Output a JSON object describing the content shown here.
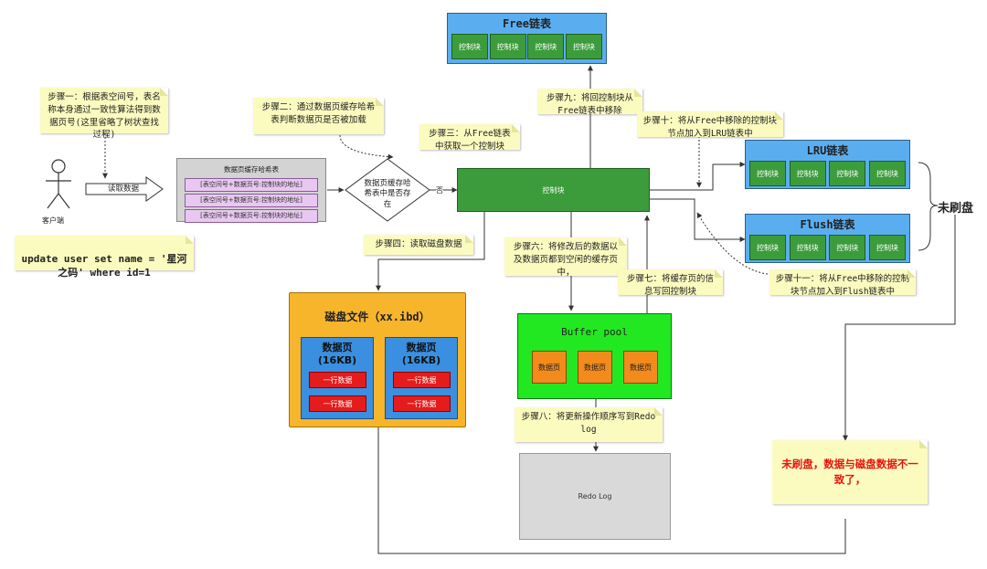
{
  "free_list": {
    "title": "Free链表",
    "cells": [
      "控制块",
      "控制块",
      "控制块",
      "控制块"
    ]
  },
  "lru_list": {
    "title": "LRU链表",
    "cells": [
      "控制块",
      "控制块",
      "控制块",
      "控制块"
    ]
  },
  "flush_list": {
    "title": "Flush链表",
    "cells": [
      "控制块",
      "控制块",
      "控制块",
      "控制块"
    ]
  },
  "unflushed_label": "未刷盘",
  "client": {
    "label": "客户端",
    "action": "读取数据"
  },
  "sql": "update user set name = '星河\n之码' where id=1",
  "hash_table": {
    "title": "数据页缓存哈希表",
    "rows": [
      "[表空间号+数据页号:控制块的地址]",
      "[表空间号+数据页号:控制块的地址]",
      "[表空间号+数据页号:控制块的地址]"
    ]
  },
  "decision": {
    "text": "数据页缓存哈希表中是否存在",
    "no_label": "否"
  },
  "control_block": "控制块",
  "disk_file": {
    "title": "磁盘文件（xx.ibd）",
    "pages": [
      {
        "title": "数据页\n(16KB)",
        "rows": [
          "一行数据",
          "一行数据"
        ]
      },
      {
        "title": "数据页\n(16KB)",
        "rows": [
          "一行数据",
          "一行数据"
        ]
      }
    ]
  },
  "buffer_pool": {
    "title": "Buffer pool",
    "pages": [
      "数据页",
      "数据页",
      "数据页"
    ]
  },
  "redo_log": "Redo Log",
  "warning": "未刷盘，数据与磁盘数据不一致了，",
  "steps": {
    "s1": "步骤一：根据表空间号，表名称本身通过一致性算法得到数据页号(这里省略了树状查找过程)",
    "s2": "步骤二：通过数据页缓存哈希表判断数据页是否被加载",
    "s3": "步骤三：从Free链表中获取一个控制块",
    "s4": "步骤四：读取磁盘数据",
    "s6": "步骤六：将修改后的数据以及数据页都到空闲的缓存页中，",
    "s7": "步骤七：将缓存页的信息写回控制块",
    "s8": "步骤八：将更新操作顺序写到Redo log",
    "s9": "步骤九：将回控制块从Free链表中移除",
    "s10": "步骤十：将从Free中移除的控制块节点加入到LRU链表中",
    "s11": "步骤十一：将从Free中移除的控制块节点加入到Flush链表中"
  },
  "colors": {
    "list_bg": "#5aaef0",
    "control_green": "#3c9c3c",
    "buffer_green": "#22e822",
    "disk_orange": "#f7b52c",
    "page_blue": "#3a8fe0",
    "row_red": "#e51c1c",
    "note_yellow": "#fbfbc0",
    "warning_red": "#e8140c"
  }
}
